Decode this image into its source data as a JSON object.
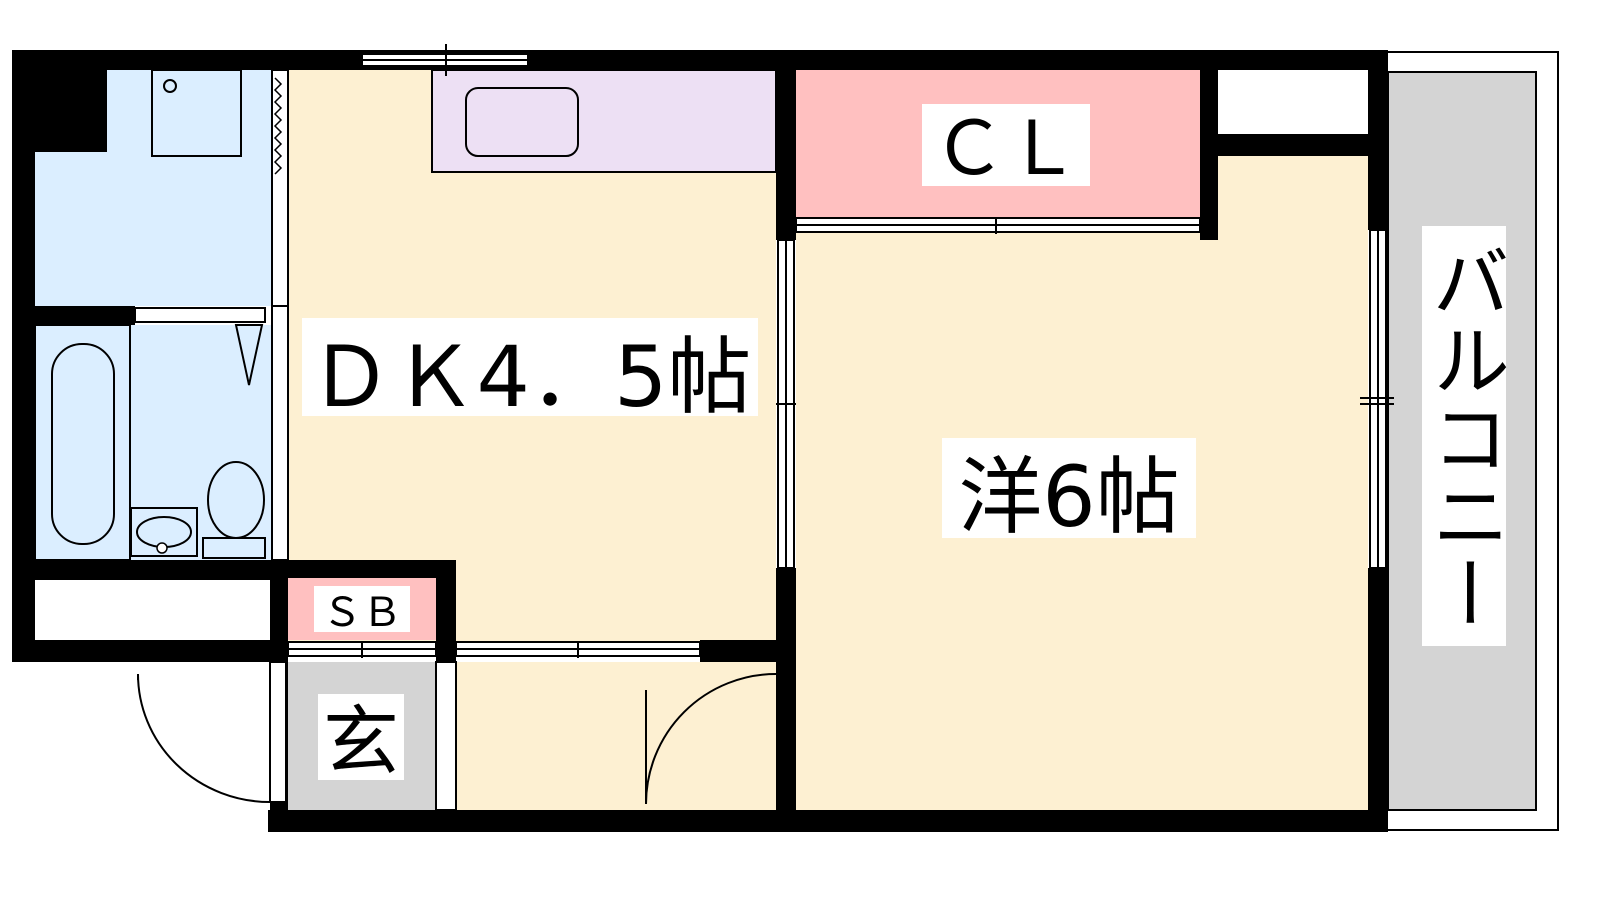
{
  "rooms": {
    "dk": {
      "label": "ＤＫ4．5帖"
    },
    "western": {
      "label": "洋6帖"
    },
    "closet": {
      "label": "ＣＬ"
    },
    "shoe_box": {
      "label": "ＳＢ"
    },
    "entrance": {
      "label": "玄"
    },
    "balcony": {
      "label": "バルコニー"
    }
  },
  "colors": {
    "room_floor": "#fdf0d2",
    "bath_area": "#dbeeff",
    "kitchen": "#ede0f4",
    "closet": "#ffc0c0",
    "entrance": "#d4d4d4",
    "balcony": "#d4d4d4",
    "wall": "#000000"
  }
}
